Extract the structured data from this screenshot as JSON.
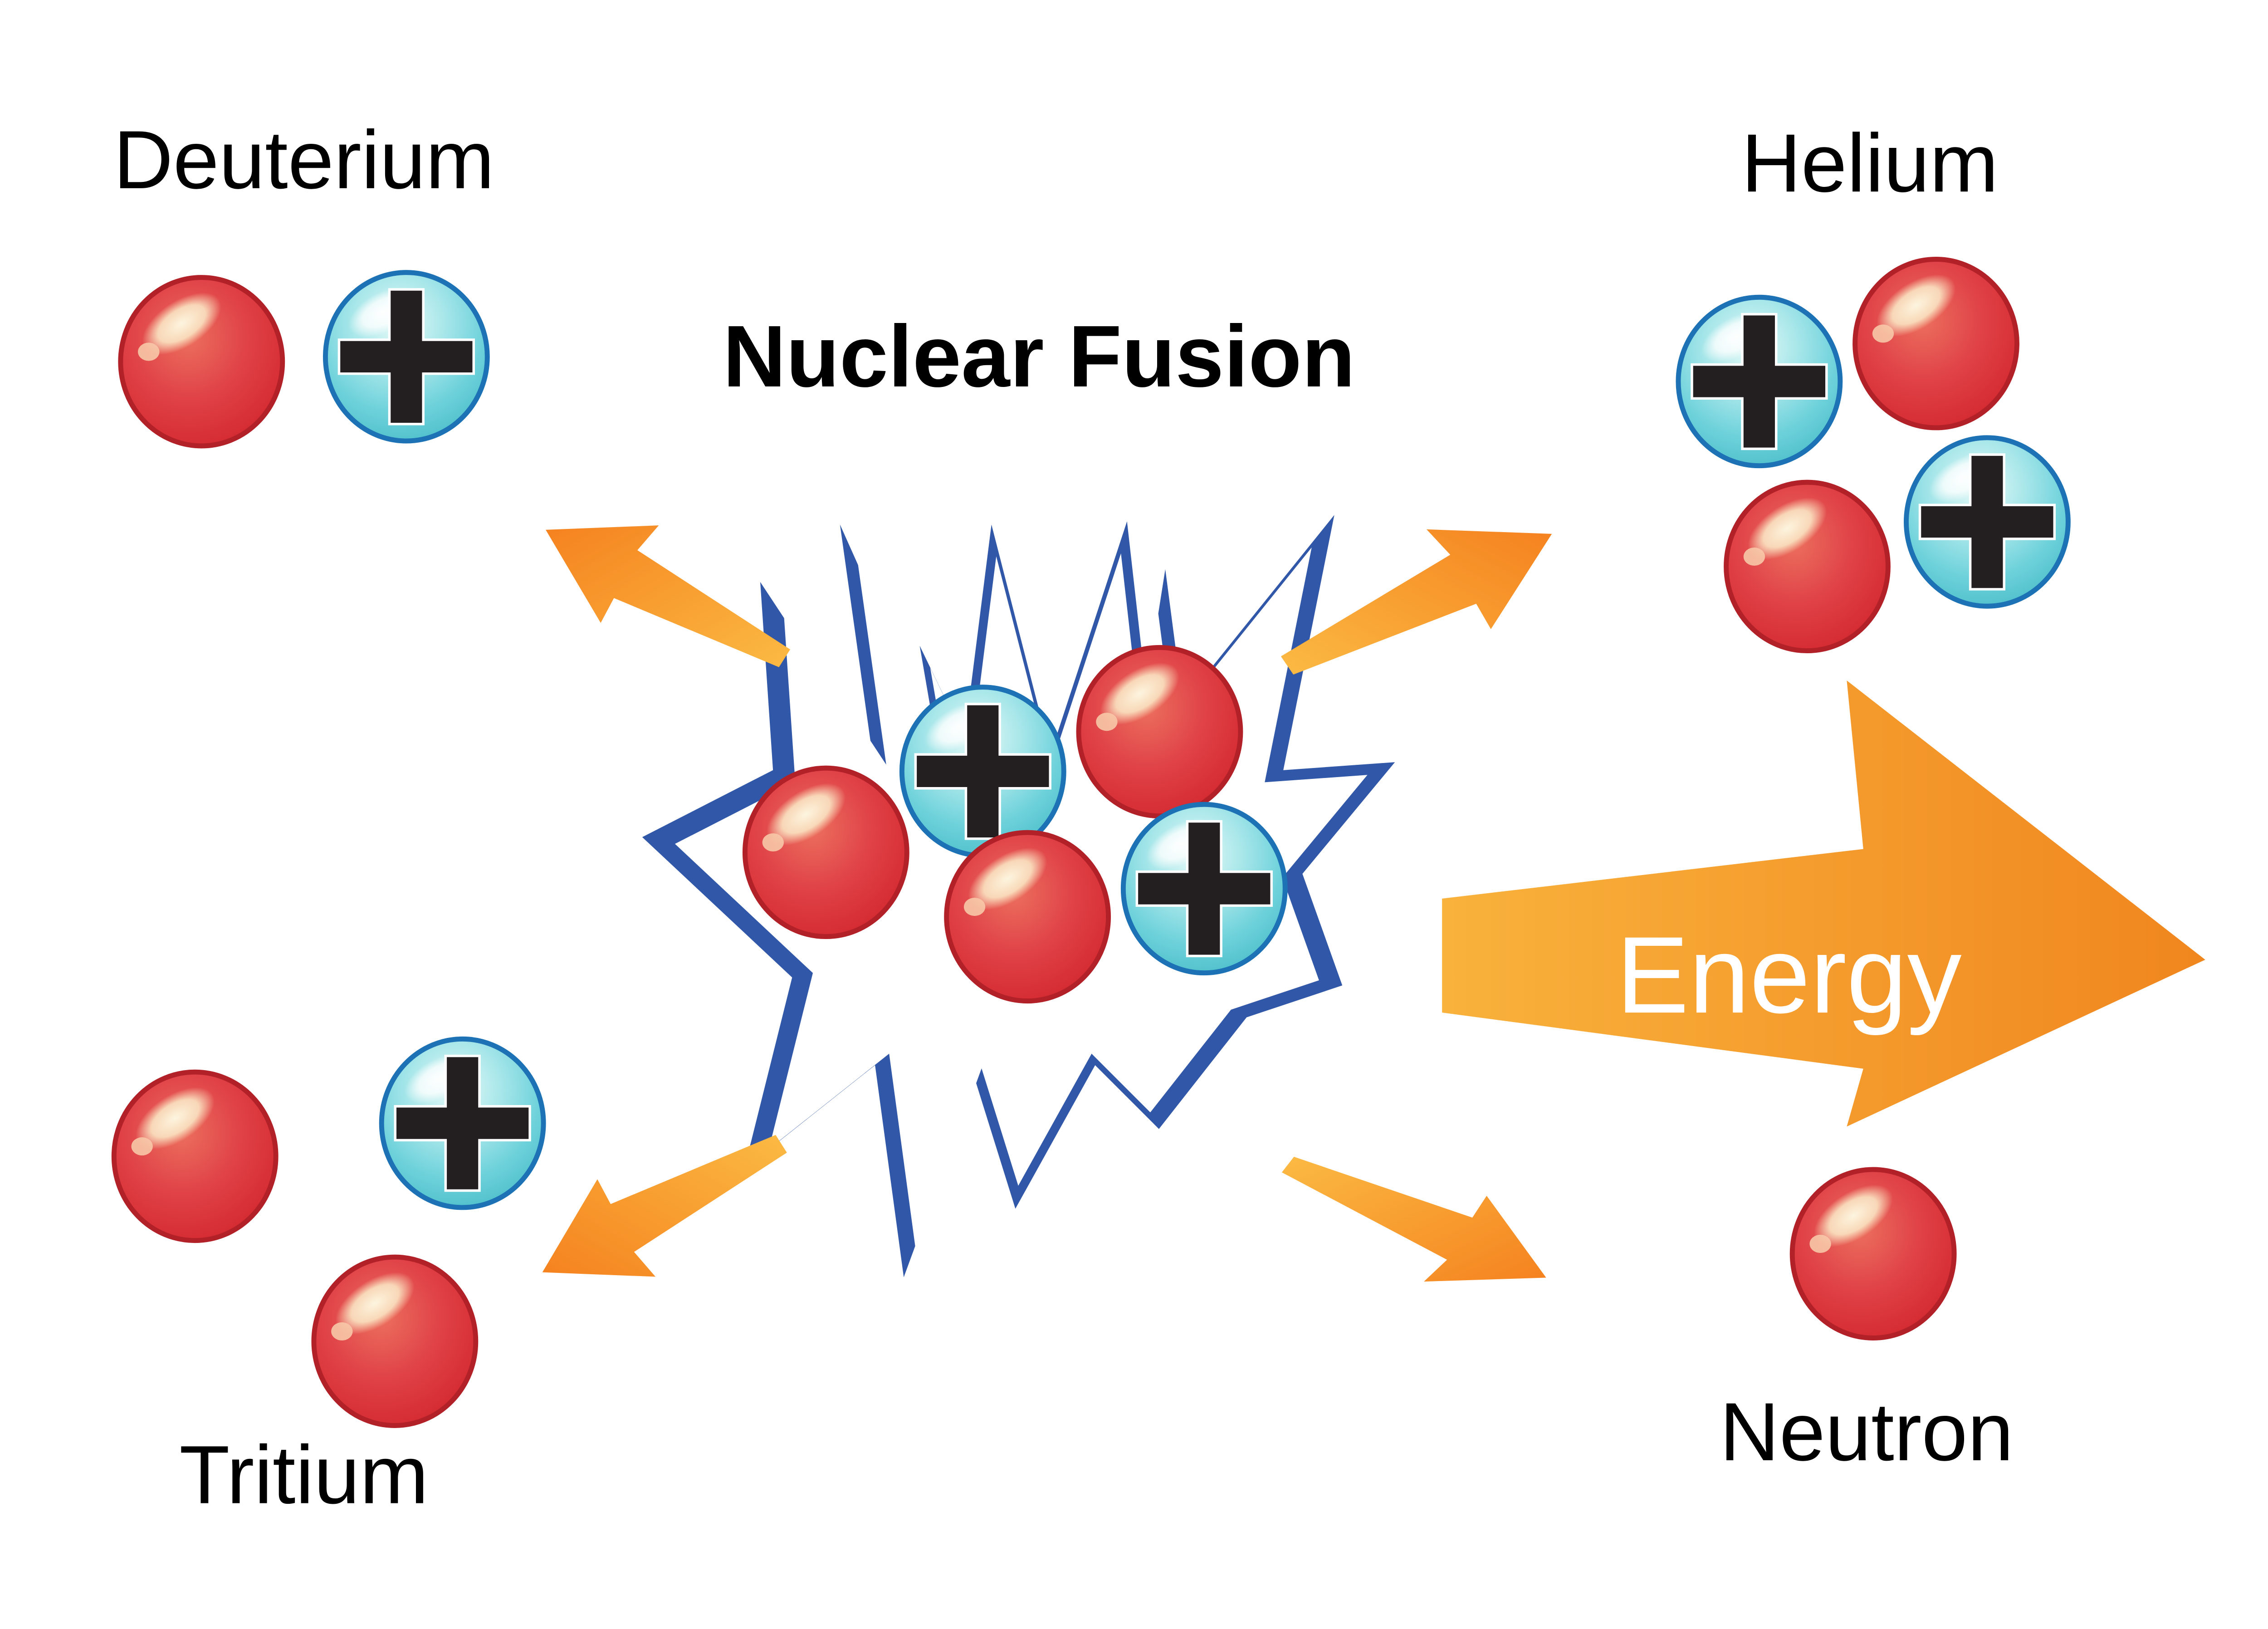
{
  "diagram": {
    "title": "Nuclear Fusion",
    "labels": {
      "deuterium": "Deuterium",
      "helium": "Helium",
      "tritium": "Tritium",
      "neutron": "Neutron",
      "energy": "Energy"
    },
    "legend": {
      "red_sphere": "neutron",
      "cyan_plus_sphere": "proton",
      "plus_icon_meaning": "positive charge"
    },
    "groups": {
      "deuterium_particles": [
        "neutron",
        "proton"
      ],
      "tritium_particles": [
        "neutron",
        "proton",
        "neutron"
      ],
      "helium_particles": [
        "proton",
        "neutron",
        "neutron",
        "proton"
      ],
      "fusion_core_particles": [
        "proton",
        "neutron",
        "neutron",
        "neutron",
        "proton"
      ],
      "released": [
        "energy",
        "neutron"
      ]
    },
    "colors": {
      "background": "#FFFFFF",
      "text": "#000000",
      "neutron_red": "#DB3A3F",
      "neutron_rim": "#B22028",
      "proton_cyan": "#52BFC8",
      "proton_rim": "#1C72B4",
      "plus_sign": "#231F20",
      "burst_blue": "#3157A8",
      "arrow_orange_dark": "#F5821F",
      "arrow_orange_light": "#FBB942",
      "energy_text": "#FFFFFF"
    }
  }
}
